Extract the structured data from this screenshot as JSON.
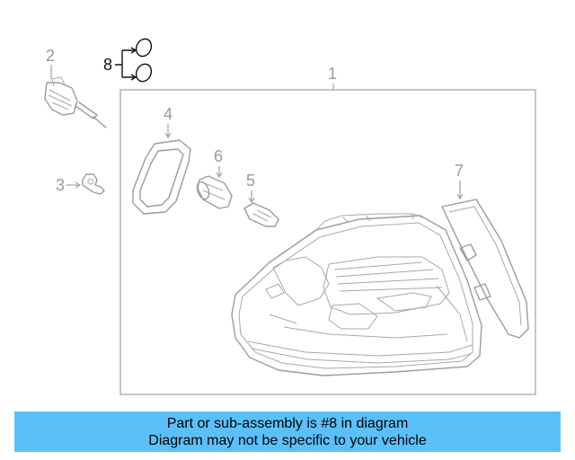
{
  "diagram": {
    "callouts": {
      "c1": "1",
      "c2": "2",
      "c3": "3",
      "c4": "4",
      "c5": "5",
      "c6": "6",
      "c7": "7",
      "c8": "8"
    }
  },
  "banner": {
    "line1": "Part or sub-assembly is #8 in diagram",
    "line2": "Diagram may not be specific to your vehicle",
    "color": "#5bc0f8"
  }
}
